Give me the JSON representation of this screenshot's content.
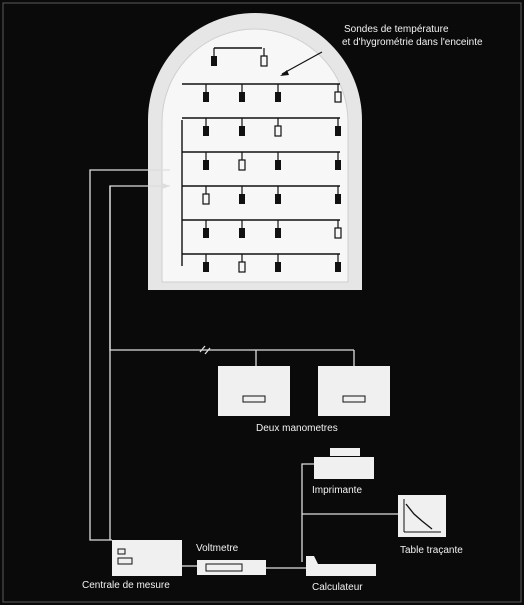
{
  "labels": {
    "sondes_line1": "Sondes de température",
    "sondes_line2": "et d'hygrométrie dans l'enceinte",
    "manometres": "Deux manometres",
    "imprimante": "Imprimante",
    "table_tracante": "Table traçante",
    "voltmetre": "Voltmetre",
    "centrale": "Centrale de mesure",
    "calculateur": "Calculateur"
  },
  "colors": {
    "background": "#0a0a0a",
    "enclosure_outer": "#e6e6e6",
    "enclosure_inner": "#f7f7f7",
    "line": "#111111",
    "equipment": "#f0f0f0",
    "wire": "#dddddd"
  },
  "enclosure": {
    "shelves": [
      {
        "probes": [
          "temperature",
          "hygrometry"
        ]
      },
      {
        "probes": [
          "temperature",
          "temperature",
          "temperature",
          "hygrometry"
        ]
      },
      {
        "probes": [
          "temperature",
          "temperature",
          "hygrometry",
          "temperature"
        ]
      },
      {
        "probes": [
          "temperature",
          "hygrometry",
          "temperature",
          "temperature"
        ]
      },
      {
        "probes": [
          "hygrometry",
          "temperature",
          "temperature",
          "temperature"
        ]
      },
      {
        "probes": [
          "temperature",
          "temperature",
          "temperature",
          "hygrometry"
        ]
      },
      {
        "probes": [
          "temperature",
          "hygrometry",
          "temperature",
          "temperature"
        ]
      }
    ]
  }
}
